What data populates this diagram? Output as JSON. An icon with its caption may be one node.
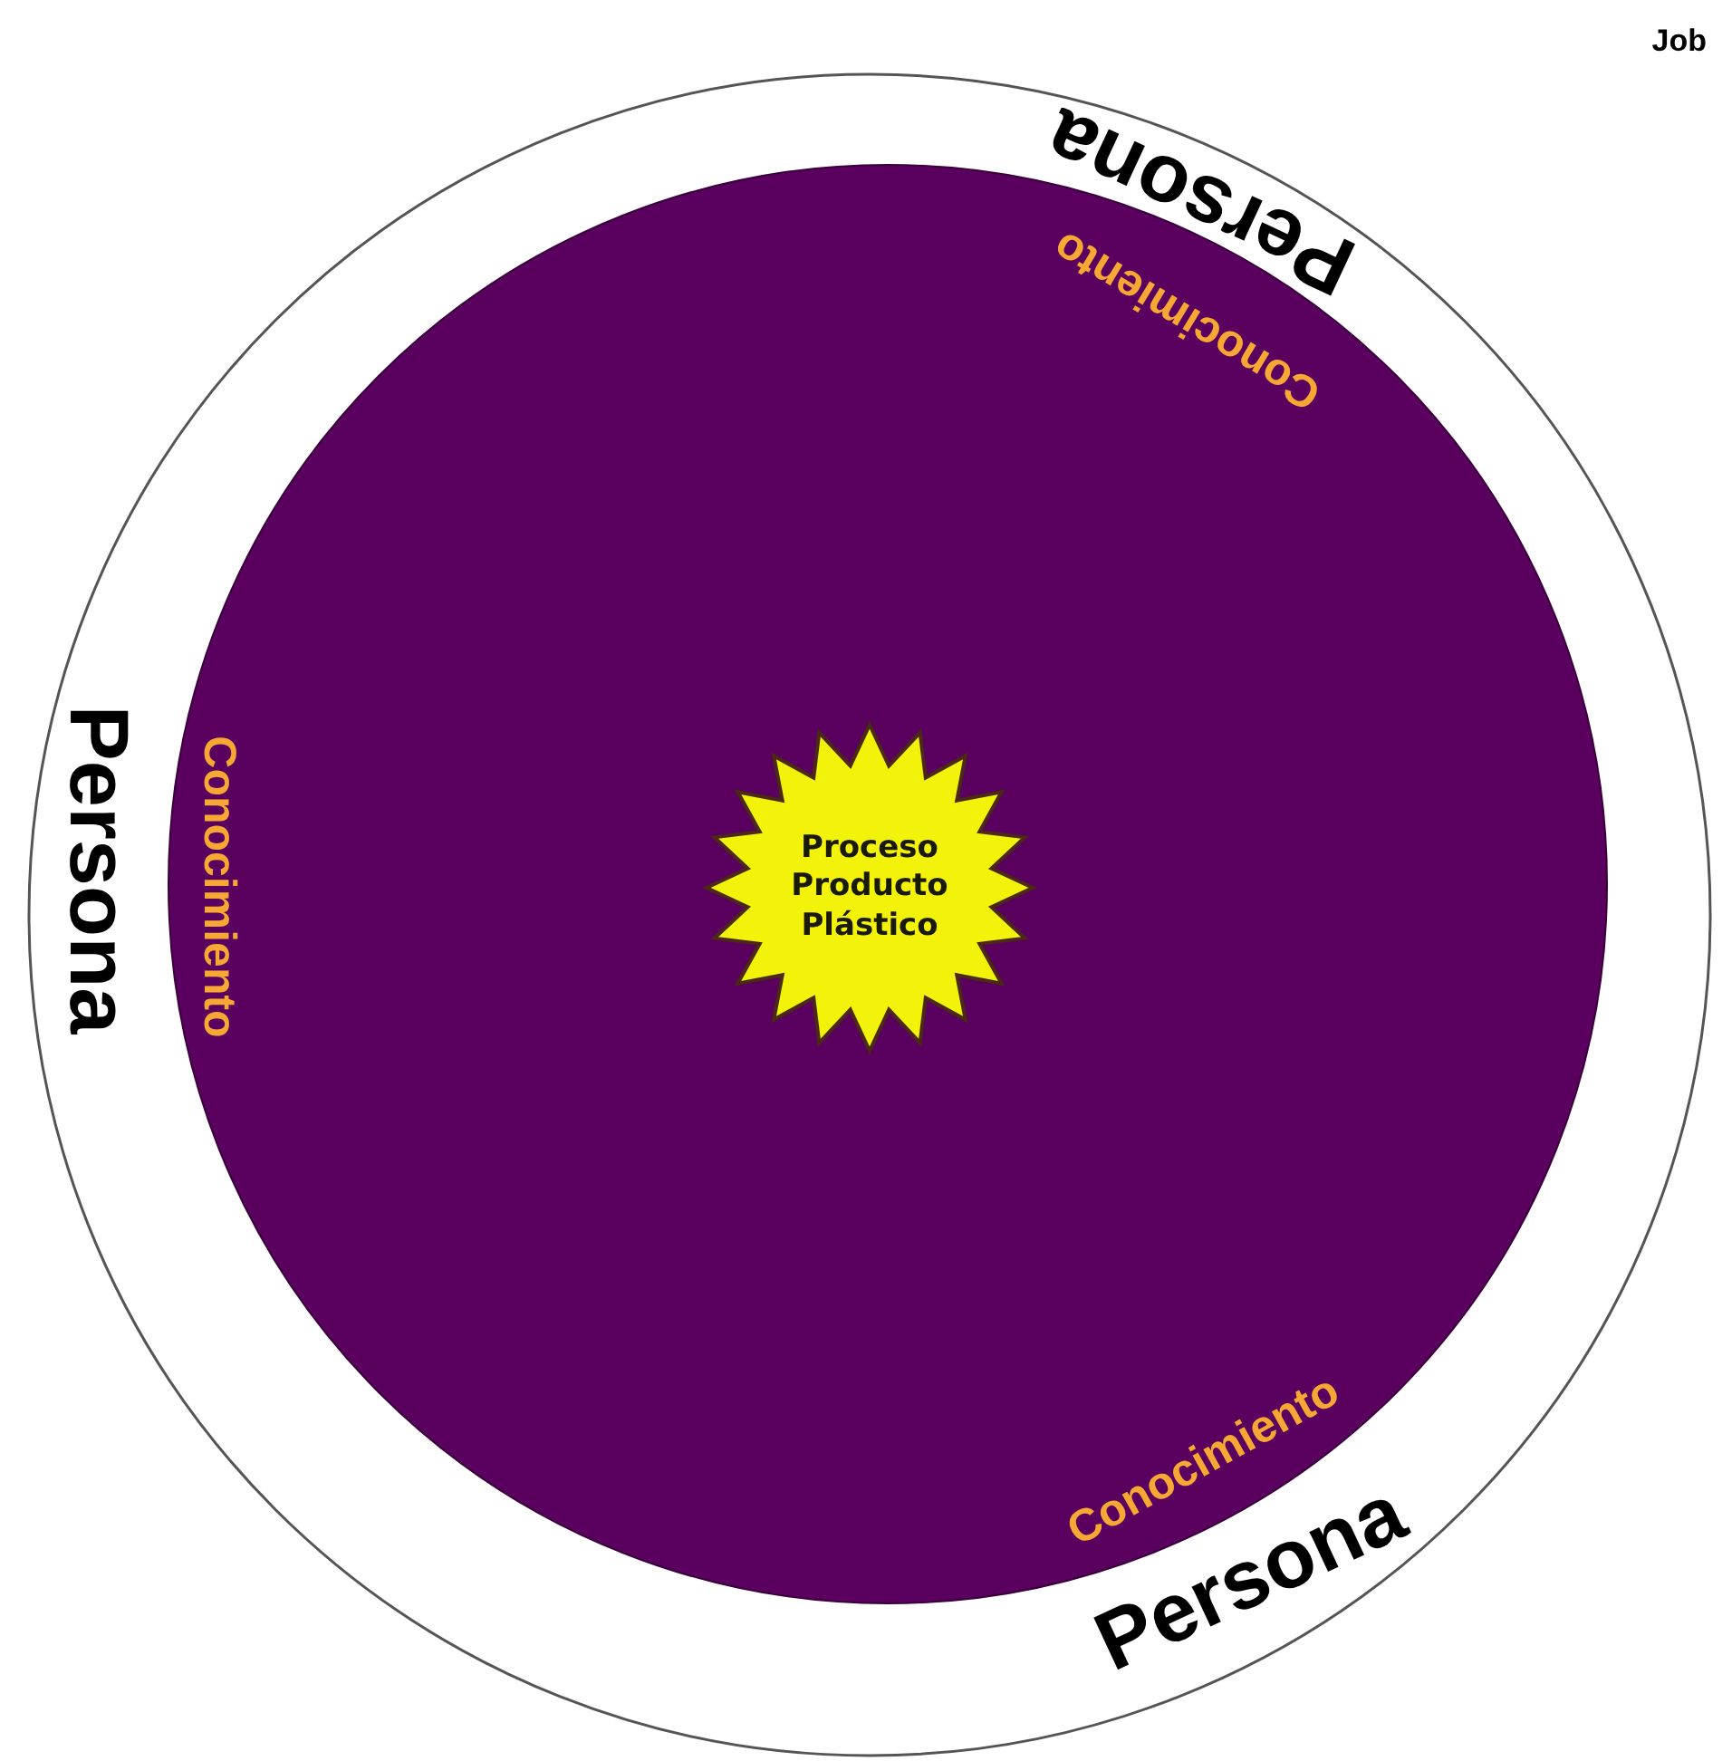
{
  "diagram": {
    "nodes": [
      {
        "text": [
          "Persona",
          "Persona",
          "Persona"
        ]
      },
      {
        "text": [
          "Conocimiento",
          "Conocimiento",
          "Conocimiento"
        ],
        "in": 0
      },
      {
        "text": [
          "Proceso Producto Plástico"
        ],
        "in": 1
      }
    ],
    "labels": [
      "Job"
    ]
  }
}
